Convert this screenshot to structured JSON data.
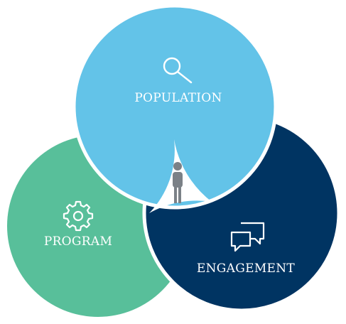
{
  "diagram": {
    "circles": [
      {
        "id": "population",
        "label": "POPULATION",
        "color": "#63C3E8",
        "icon": "magnifying-glass-icon"
      },
      {
        "id": "program",
        "label": "PROGRAM",
        "color": "#58BF9A",
        "icon": "gear-icon"
      },
      {
        "id": "engagement",
        "label": "ENGAGEMENT",
        "color": "#003462",
        "icon": "speech-bubbles-icon"
      }
    ],
    "center": {
      "icon": "person-icon",
      "color": "#7B8187"
    },
    "border_color": "#ffffff"
  }
}
